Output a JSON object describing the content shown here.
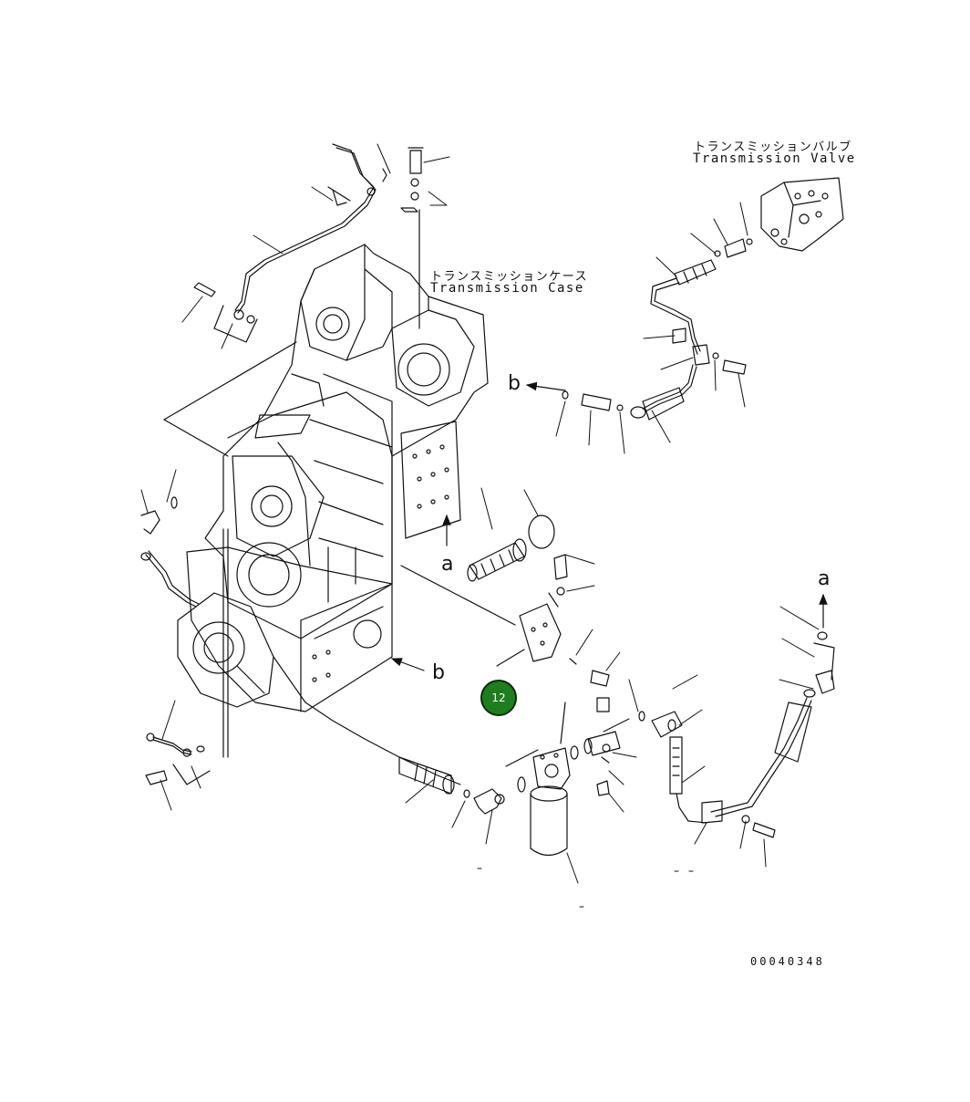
{
  "labels": {
    "valve_jp": "トランスミッションバルブ",
    "valve_en": "Transmission Valve",
    "case_jp": "トランスミッションケース",
    "case_en": "Transmission Case",
    "ref_a_top": "a",
    "ref_a_mid": "a",
    "ref_b_top": "b",
    "ref_b_mid": "b"
  },
  "callout": {
    "number": "12",
    "color": "#1e7d1e"
  },
  "drawing_number": "00040348"
}
